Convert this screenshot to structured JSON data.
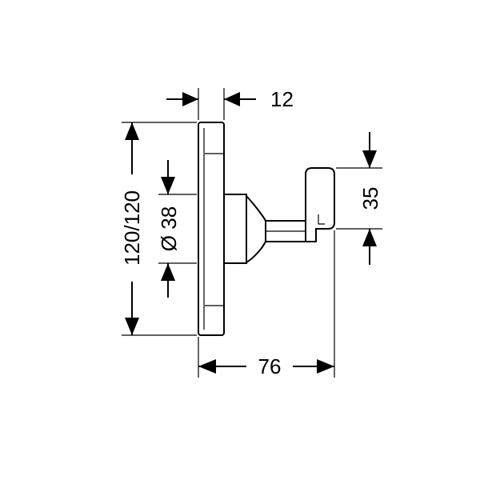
{
  "dimensions": {
    "wall_thickness": "12",
    "hook_height": "35",
    "plate_size": "120/120",
    "stem_diameter": "Ø 38",
    "depth": "76"
  }
}
